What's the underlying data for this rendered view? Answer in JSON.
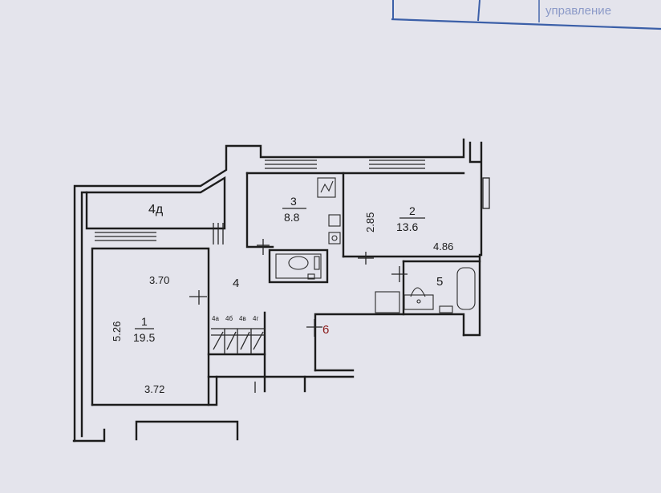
{
  "header": {
    "stamp_text": "управление",
    "line_color": "#3b5fa8"
  },
  "rooms": [
    {
      "id": "1",
      "area": "19.5",
      "dim_top": "3.70",
      "dim_side": "5.26",
      "dim_bottom": "3.72"
    },
    {
      "id": "2",
      "area": "13.6",
      "dim_side": "2.85",
      "dim_bottom": "4.86"
    },
    {
      "id": "3",
      "area": "8.8"
    },
    {
      "id": "4"
    },
    {
      "id": "4д"
    },
    {
      "id": "5"
    },
    {
      "id": "6"
    }
  ],
  "closets": [
    "4а",
    "4б",
    "4в",
    "4г"
  ],
  "colors": {
    "paper": "#e4e4ec",
    "ink": "#1a1a1a",
    "marker_6": "#8a1a1a"
  }
}
